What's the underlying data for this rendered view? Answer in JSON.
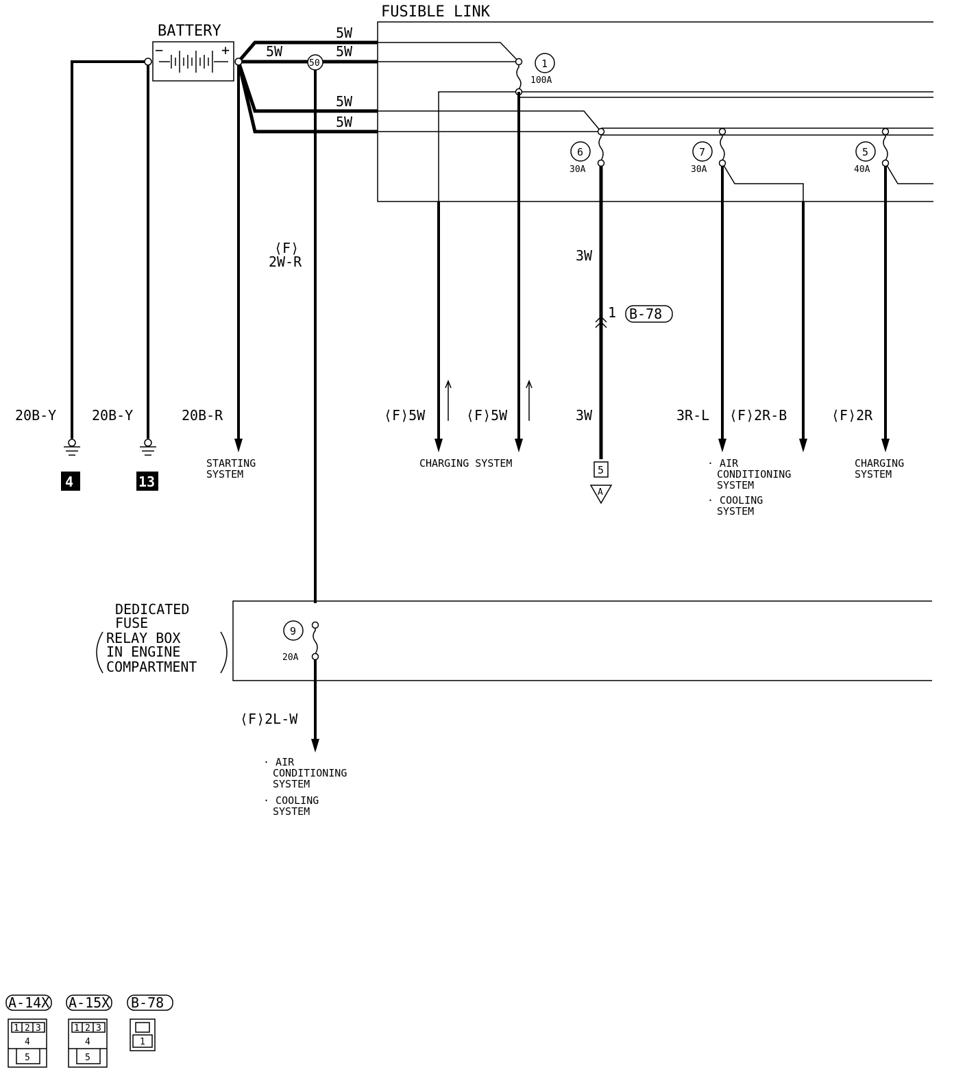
{
  "labels": {
    "fusible_link": "FUSIBLE LINK",
    "battery": "BATTERY",
    "minus": "−",
    "plus": "+",
    "wire_5w": "5W",
    "wire_3w": "3W",
    "wire_f": "⟨F⟩",
    "wire_2w_r": "2W-R",
    "wire_20b_y": "20B-Y",
    "wire_20b_r": "20B-R",
    "wire_f_5w": "⟨F⟩5W",
    "wire_3r_l": "3R-L",
    "wire_f_2r_b": "⟨F⟩2R-B",
    "wire_f_2r": "⟨F⟩2R",
    "wire_f_2l_w": "⟨F⟩2L-W",
    "pin_1": "1",
    "conn_b78": "B-78",
    "conn_a14x": "A-14X",
    "conn_a15x": "A-15X"
  },
  "fuses": [
    {
      "num": "1",
      "rating": "100A"
    },
    {
      "num": "6",
      "rating": "30A"
    },
    {
      "num": "7",
      "rating": "30A"
    },
    {
      "num": "5",
      "rating": "40A"
    },
    {
      "num": "9",
      "rating": "20A"
    }
  ],
  "splice": "50",
  "grounds": [
    "4",
    "13"
  ],
  "terminal": "5",
  "connector_ref": "A",
  "destinations": {
    "starting": [
      "STARTING",
      "SYSTEM"
    ],
    "charging": "CHARGING SYSTEM",
    "charging2": [
      "CHARGING",
      "SYSTEM"
    ],
    "ac_cool": [
      "· AIR",
      "CONDITIONING",
      "SYSTEM",
      "· COOLING",
      "SYSTEM"
    ]
  },
  "dedicated_box": [
    "DEDICATED",
    "FUSE",
    "RELAY BOX",
    "IN ENGINE",
    "COMPARTMENT"
  ],
  "connector_pins": {
    "a14x": [
      "1",
      "2",
      "3",
      "4",
      "5"
    ],
    "a15x": [
      "1",
      "2",
      "3",
      "4",
      "5"
    ],
    "b78": [
      "1"
    ]
  }
}
